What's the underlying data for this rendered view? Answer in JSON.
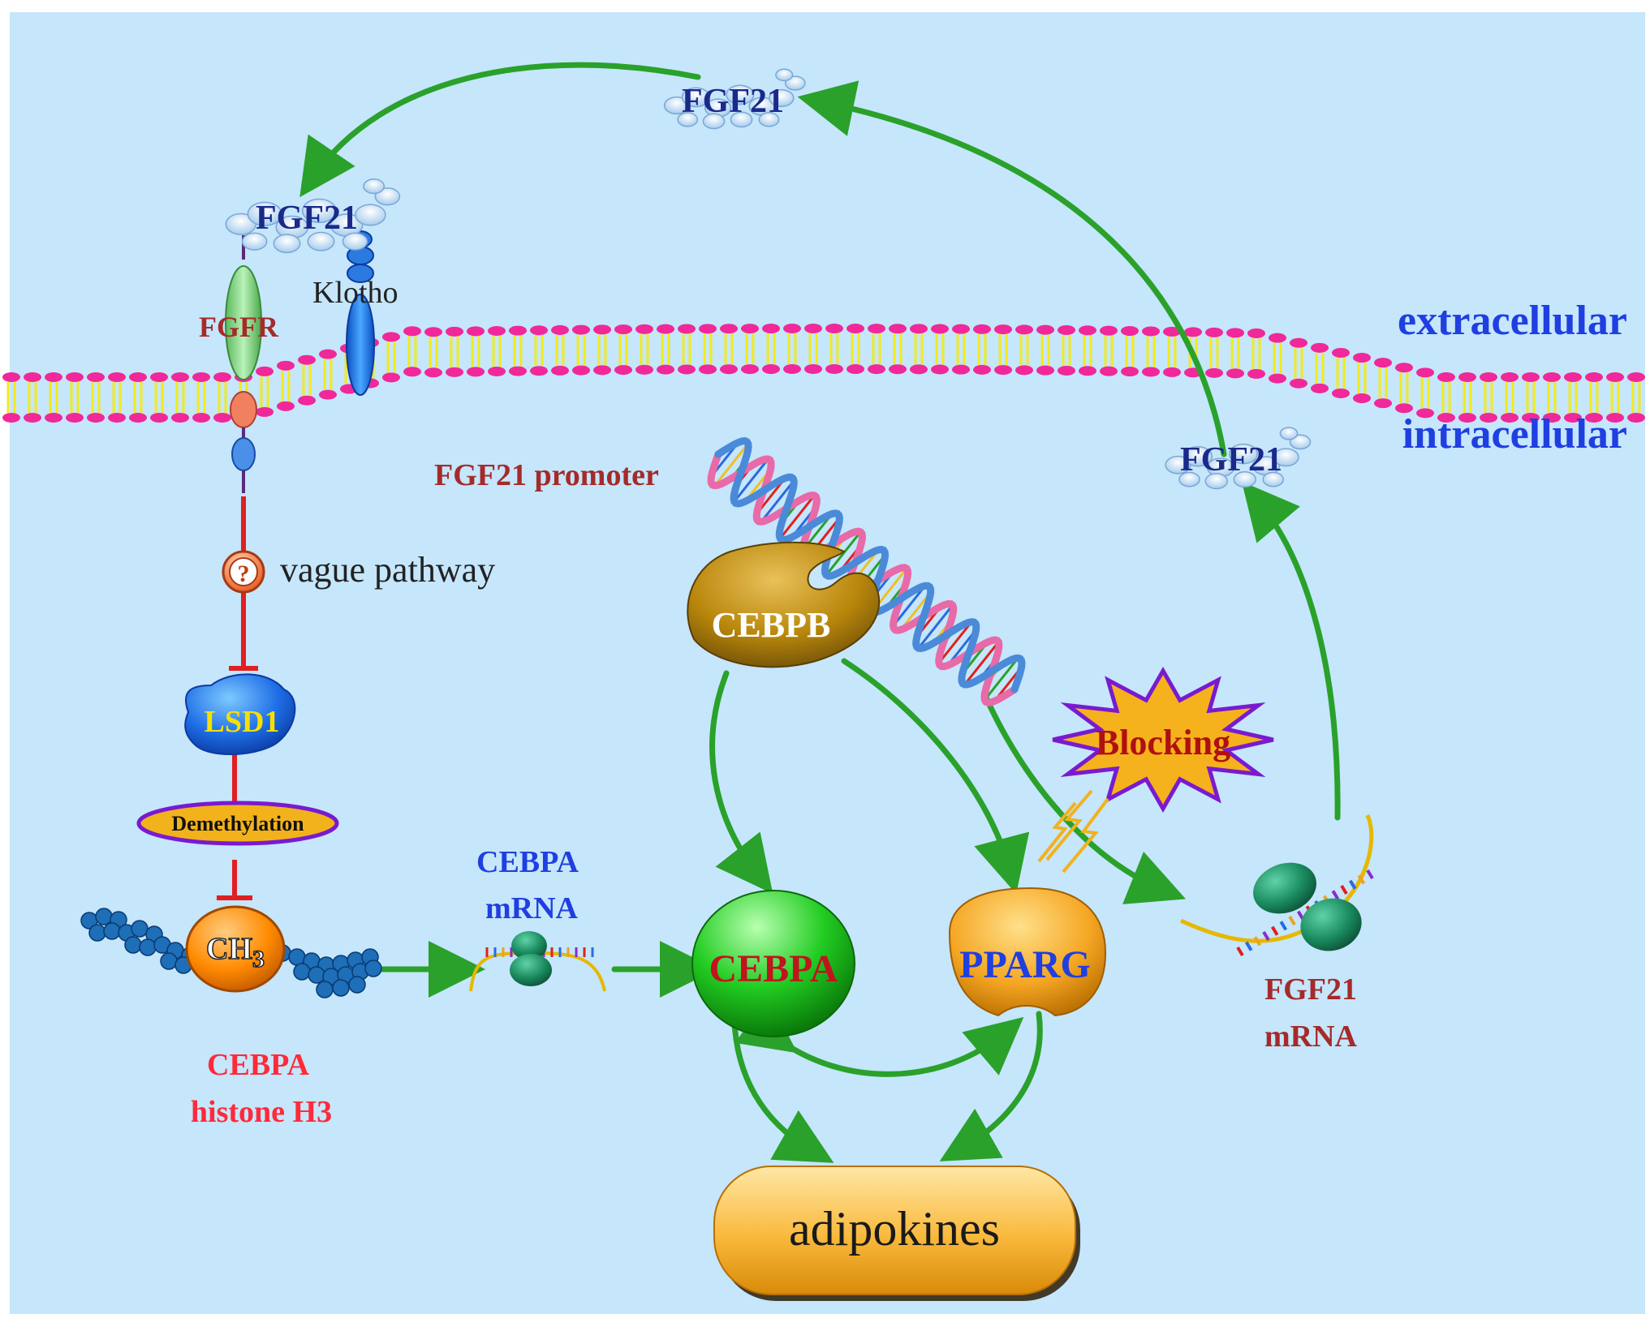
{
  "colors": {
    "background": "#c5e6fb",
    "arrow_green": "#2aa12a",
    "inhibit_red": "#e02020",
    "membrane_pink": "#f0289a",
    "membrane_yellow": "#f2ea1c",
    "label_dark_red": "#a52a2a",
    "label_blue": "#1f3fe0",
    "label_navy": "#1a2a8a",
    "label_red": "#ff2a3a"
  },
  "compartments": {
    "extracellular": "extracellular",
    "intracellular": "intracellular"
  },
  "fgf21": {
    "top": "FGF21",
    "receptor": "FGF21",
    "intracellular": "FGF21"
  },
  "receptor": {
    "fgfr": "FGFR",
    "klotho": "Klotho"
  },
  "pathway": {
    "question_mark": "?",
    "vague": "vague pathway",
    "lsd1": "LSD1",
    "demethylation": "Demethylation",
    "ch3": "CH",
    "ch3_sub": "3",
    "histone_line1": "CEBPA",
    "histone_line2": "histone H3"
  },
  "cebpa_mrna": {
    "line1": "CEBPA",
    "line2": "mRNA"
  },
  "promoter": "FGF21 promoter",
  "proteins": {
    "cebpb": "CEBPB",
    "cebpa": "CEBPA",
    "pparg": "PPARG",
    "adipokines": "adipokines"
  },
  "blocking": "Blocking",
  "fgf21_mrna": {
    "line1": "FGF21",
    "line2": "mRNA"
  },
  "icons": {
    "cloud": "cloud-icon",
    "dna": "dna-helix-icon",
    "ribosome": "ribosome-icon",
    "lightning": "lightning-icon",
    "question": "question-icon"
  }
}
